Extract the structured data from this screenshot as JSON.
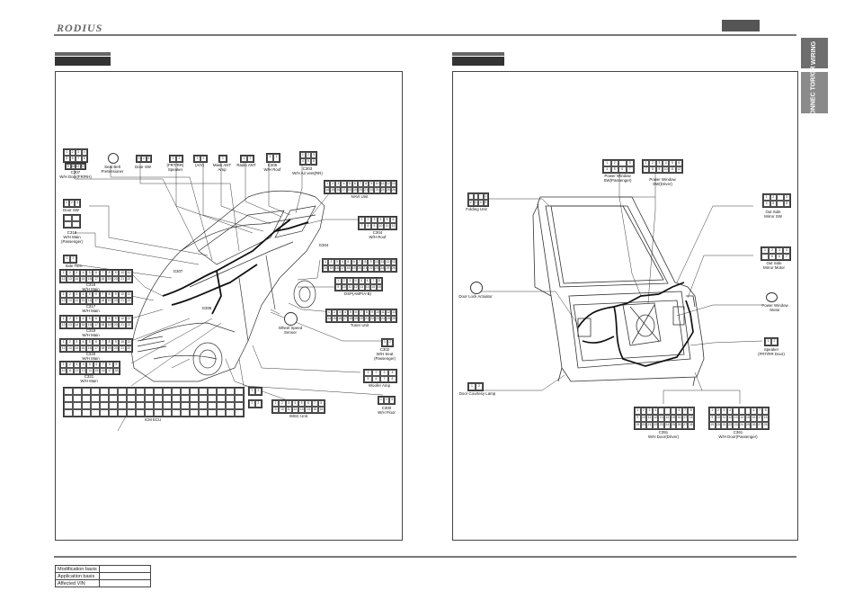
{
  "header": {
    "brand": "RODIUS"
  },
  "side_tabs": [
    "WIRING",
    "CONNEC TOR/GR"
  ],
  "footer": {
    "rows": [
      {
        "label": "Modification basis",
        "value": ""
      },
      {
        "label": "Application basis",
        "value": ""
      },
      {
        "label": "Affected VIN",
        "value": ""
      }
    ]
  },
  "left_panel": {
    "top_labels": [
      {
        "id": "c307",
        "lines": [
          "C307",
          "W/H Door(FR/RH)"
        ]
      },
      {
        "id": "seat-belt",
        "lines": [
          "Seat Belt",
          "Pretensioner"
        ]
      },
      {
        "id": "door-sw-top",
        "lines": [
          "Door SW"
        ]
      },
      {
        "id": "speaker-frt",
        "lines": [
          "(FRT/RR)",
          "Speaker"
        ]
      },
      {
        "id": "speaker-av",
        "lines": [
          "(A/V)"
        ]
      },
      {
        "id": "mask-amp",
        "lines": [
          "Mask ANT",
          "Amp"
        ]
      },
      {
        "id": "radio-amp",
        "lines": [
          "Radio ANT",
          "Amp"
        ]
      },
      {
        "id": "c305",
        "lines": [
          "C305",
          "W/H Roof"
        ]
      },
      {
        "id": "c303",
        "lines": [
          "C303",
          "W/H Air vent(RR)"
        ]
      }
    ],
    "right_labels": [
      {
        "id": "navi",
        "lines": [
          "NAVI Unit"
        ]
      },
      {
        "id": "c304",
        "lines": [
          "C304",
          "W/H Roof"
        ]
      },
      {
        "id": "g304",
        "lines": [
          "G304"
        ]
      },
      {
        "id": "dsp",
        "lines": [
          "DSP(AMP/A-B)"
        ]
      },
      {
        "id": "tuner",
        "lines": [
          "Tuner Unit"
        ]
      },
      {
        "id": "c302",
        "lines": [
          "C302",
          "W/H Seat",
          "(Passenger)"
        ]
      },
      {
        "id": "woofer",
        "lines": [
          "Woofer Amp"
        ]
      },
      {
        "id": "c300",
        "lines": [
          "C300",
          "W/H Floor"
        ]
      }
    ],
    "left_labels": [
      {
        "id": "door-sw",
        "lines": [
          "Door SW"
        ]
      },
      {
        "id": "c318",
        "lines": [
          "C318",
          "W/H Main",
          "(Passenger)"
        ]
      },
      {
        "id": "side-turn",
        "lines": [
          "Side Turn",
          "Signal Lamp"
        ]
      },
      {
        "id": "c316",
        "lines": [
          "C316",
          "W/H Main"
        ]
      },
      {
        "id": "c317",
        "lines": [
          "C317",
          "W/H Main"
        ]
      },
      {
        "id": "c319",
        "lines": [
          "C319",
          "W/H Main"
        ]
      },
      {
        "id": "c320",
        "lines": [
          "C320",
          "W/H Main"
        ]
      },
      {
        "id": "c321",
        "lines": [
          "C321",
          "W/H Main"
        ]
      }
    ],
    "bottom_labels": [
      {
        "id": "ecu",
        "lines": [
          "ICM ECU"
        ]
      },
      {
        "id": "imsc",
        "lines": [
          "IMSC Unit"
        ]
      },
      {
        "id": "wheel-sensor",
        "lines": [
          "Wheel Speed",
          "Sensor"
        ]
      },
      {
        "id": "g307",
        "lines": [
          "G307"
        ]
      },
      {
        "id": "g306",
        "lines": [
          "G306"
        ]
      }
    ]
  },
  "right_panel": {
    "labels": [
      {
        "id": "folding-unit",
        "lines": [
          "Folding Unit"
        ]
      },
      {
        "id": "pw-sw-pass",
        "lines": [
          "Power Window",
          "SW(Passenger)"
        ]
      },
      {
        "id": "pw-sw-driver",
        "lines": [
          "Power Window",
          "SW(Driver)"
        ]
      },
      {
        "id": "out-side-mirror-sw",
        "lines": [
          "Out Side",
          "Mirror SW"
        ]
      },
      {
        "id": "out-side-mirror-motor",
        "lines": [
          "Out Side",
          "Mirror Motor"
        ]
      },
      {
        "id": "door-lock",
        "lines": [
          "Door Lock Actuator"
        ]
      },
      {
        "id": "pw-motor",
        "lines": [
          "Power Window",
          "Motor"
        ]
      },
      {
        "id": "speaker-door",
        "lines": [
          "Speaker",
          "(FRT/RR Door)"
        ]
      },
      {
        "id": "courtesy",
        "lines": [
          "Door Courtesy Lamp"
        ]
      },
      {
        "id": "c351",
        "lines": [
          "C351",
          "W/H Door(Driver)"
        ]
      },
      {
        "id": "c361",
        "lines": [
          "C361",
          "W/H Door(Passenger)"
        ]
      }
    ]
  },
  "colors": {
    "rule": "#777777",
    "tab": "#6e6e6e",
    "bar": "#333333",
    "line": "#222222"
  }
}
